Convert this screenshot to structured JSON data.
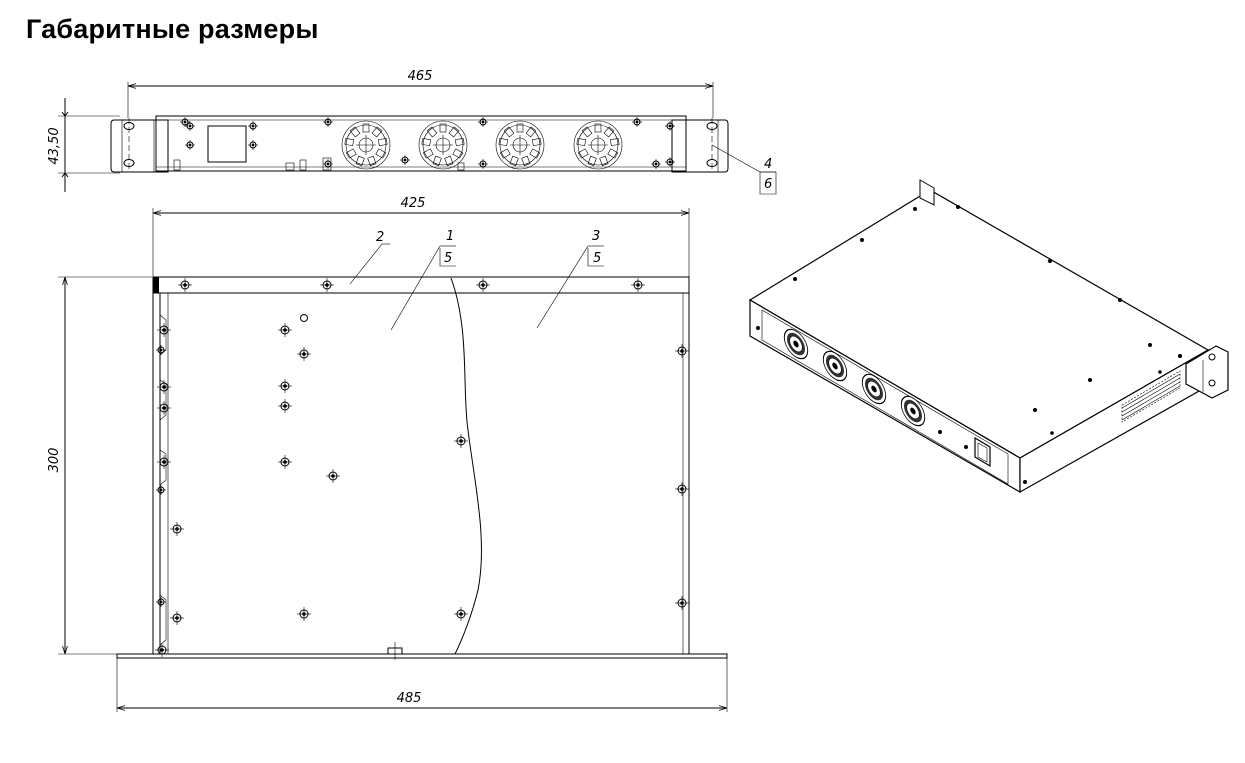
{
  "page_title": "Габаритные размеры",
  "dimensions": {
    "front_width": "465",
    "front_height": "43,50",
    "top_width": "425",
    "depth": "300",
    "total_width": "485"
  },
  "callouts": {
    "c1": "1",
    "c2": "2",
    "c3": "3",
    "c4": "4",
    "c5a": "5",
    "c5b": "5",
    "c6": "6"
  }
}
